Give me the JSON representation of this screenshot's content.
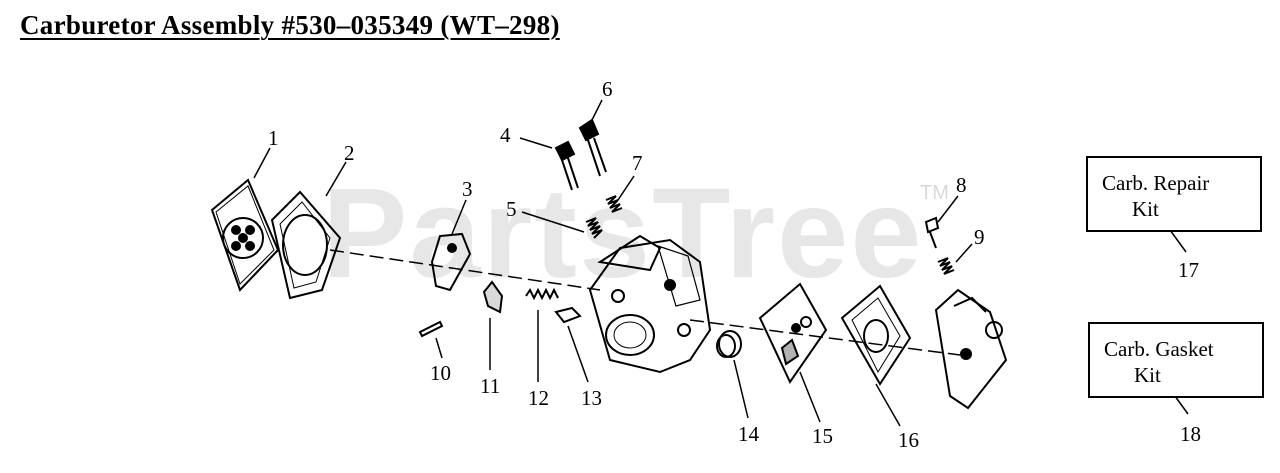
{
  "title": "Carburetor Assembly #530–035349 (WT–298)",
  "watermark": "PartsTree",
  "watermark_mark": "TM",
  "callouts": [
    "1",
    "2",
    "3",
    "4",
    "5",
    "6",
    "7",
    "8",
    "9",
    "10",
    "11",
    "12",
    "13",
    "14",
    "15",
    "16",
    "17",
    "18"
  ],
  "kits": [
    {
      "line1": "Carb. Repair",
      "line2": "Kit",
      "number": "17"
    },
    {
      "line1": "Carb. Gasket",
      "line2": "Kit",
      "number": "18"
    }
  ]
}
